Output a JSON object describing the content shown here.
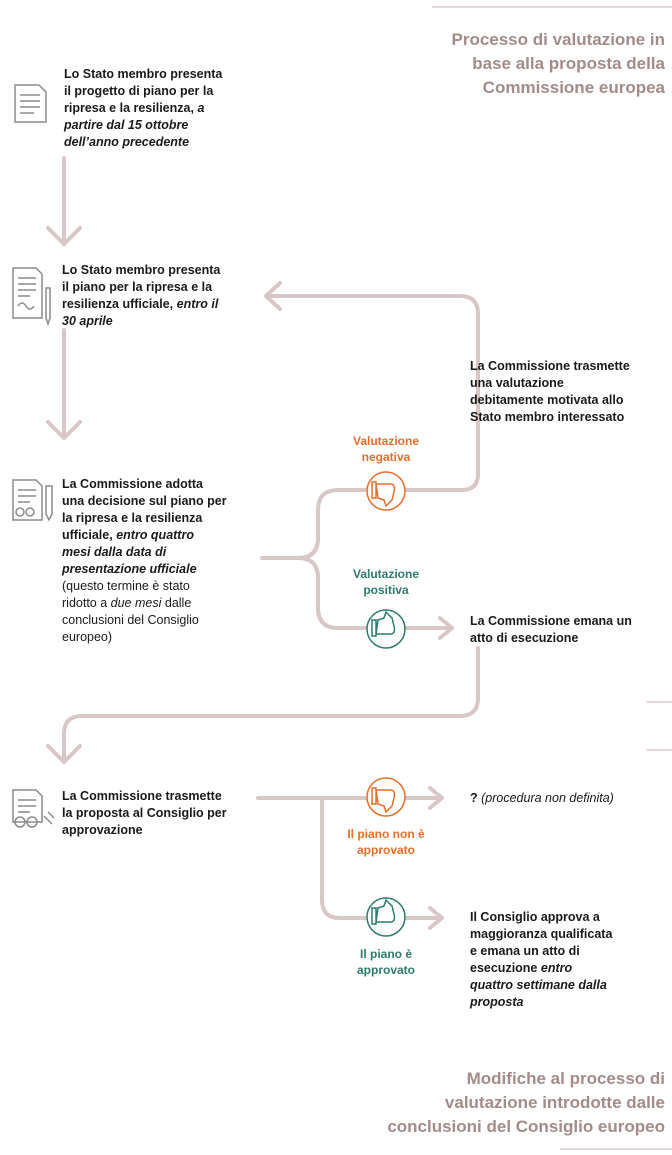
{
  "heading_top": {
    "line1": "Processo di valutazione in",
    "line2": "base alla proposta della",
    "line3": "Commissione europea"
  },
  "heading_bottom": {
    "line1": "Modifiche al processo di",
    "line2": "valutazione introdotte dalle",
    "line3": "conclusioni del Consiglio europeo"
  },
  "step1": {
    "bold1": "Lo Stato membro presenta",
    "bold2": "il progetto di piano per la",
    "bold3a": "ripresa e la resilienza,",
    "italic3b": "a",
    "italic4": "partire dal 15 ottobre",
    "italic5": "dell’anno precedente"
  },
  "step2": {
    "bold1": "Lo Stato membro presenta",
    "bold2": "il piano per la ripresa e la",
    "bold3a": "resilienza ufficiale,",
    "italic3b": "entro il",
    "italic4": "30 aprile"
  },
  "step3": {
    "bold1": "La Commissione adotta",
    "bold2": "una decisione sul piano per",
    "bold3": "la ripresa e la resilienza",
    "bold4a": "ufficiale,",
    "italic4b": "entro quattro",
    "italic5": "mesi dalla data di",
    "italic6": "presentazione ufficiale",
    "norm7": "(questo termine è stato",
    "norm8a": "ridotto a",
    "italic8b": "due mesi",
    "norm8c": "dalle",
    "norm9": "conclusioni del Consiglio",
    "norm10": "europeo)"
  },
  "step4": {
    "bold1": "La Commissione trasmette",
    "bold2": "la proposta al Consiglio per",
    "bold3": "approvazione"
  },
  "neg_label": {
    "line1": "Valutazione",
    "line2": "negativa"
  },
  "pos_label": {
    "line1": "Valutazione",
    "line2": "positiva"
  },
  "neg_result": {
    "line1": "La Commissione trasmette",
    "line2": "una valutazione",
    "line3": "debitamente motivata allo",
    "line4": "Stato membro interessato"
  },
  "pos_result": {
    "line1": "La Commissione emana un",
    "line2": "atto di esecuzione"
  },
  "not_approved_label": {
    "line1": "Il piano non è",
    "line2": "approvato"
  },
  "approved_label": {
    "line1": "Il piano è",
    "line2": "approvato"
  },
  "not_approved_result": {
    "bold": "?",
    "italic": "(procedura non definita)"
  },
  "approved_result": {
    "bold1": "Il Consiglio approva a",
    "bold2": "maggioranza qualificata",
    "bold3": "e emana un atto di",
    "bold4a": "esecuzione",
    "italic4b": "entro",
    "italic5": "quattro settimane dalla",
    "italic6": "proposta"
  },
  "colors": {
    "connector": "#d9c6c6",
    "heading": "#a48b8b",
    "negative": "#e36f2c",
    "positive": "#2e7a6c",
    "icon": "#8c8c8c"
  },
  "icons": [
    "document-icon",
    "document-pen-icon",
    "document-signature-icon",
    "document-seals-icon",
    "thumbs-down-icon",
    "thumbs-up-icon"
  ]
}
